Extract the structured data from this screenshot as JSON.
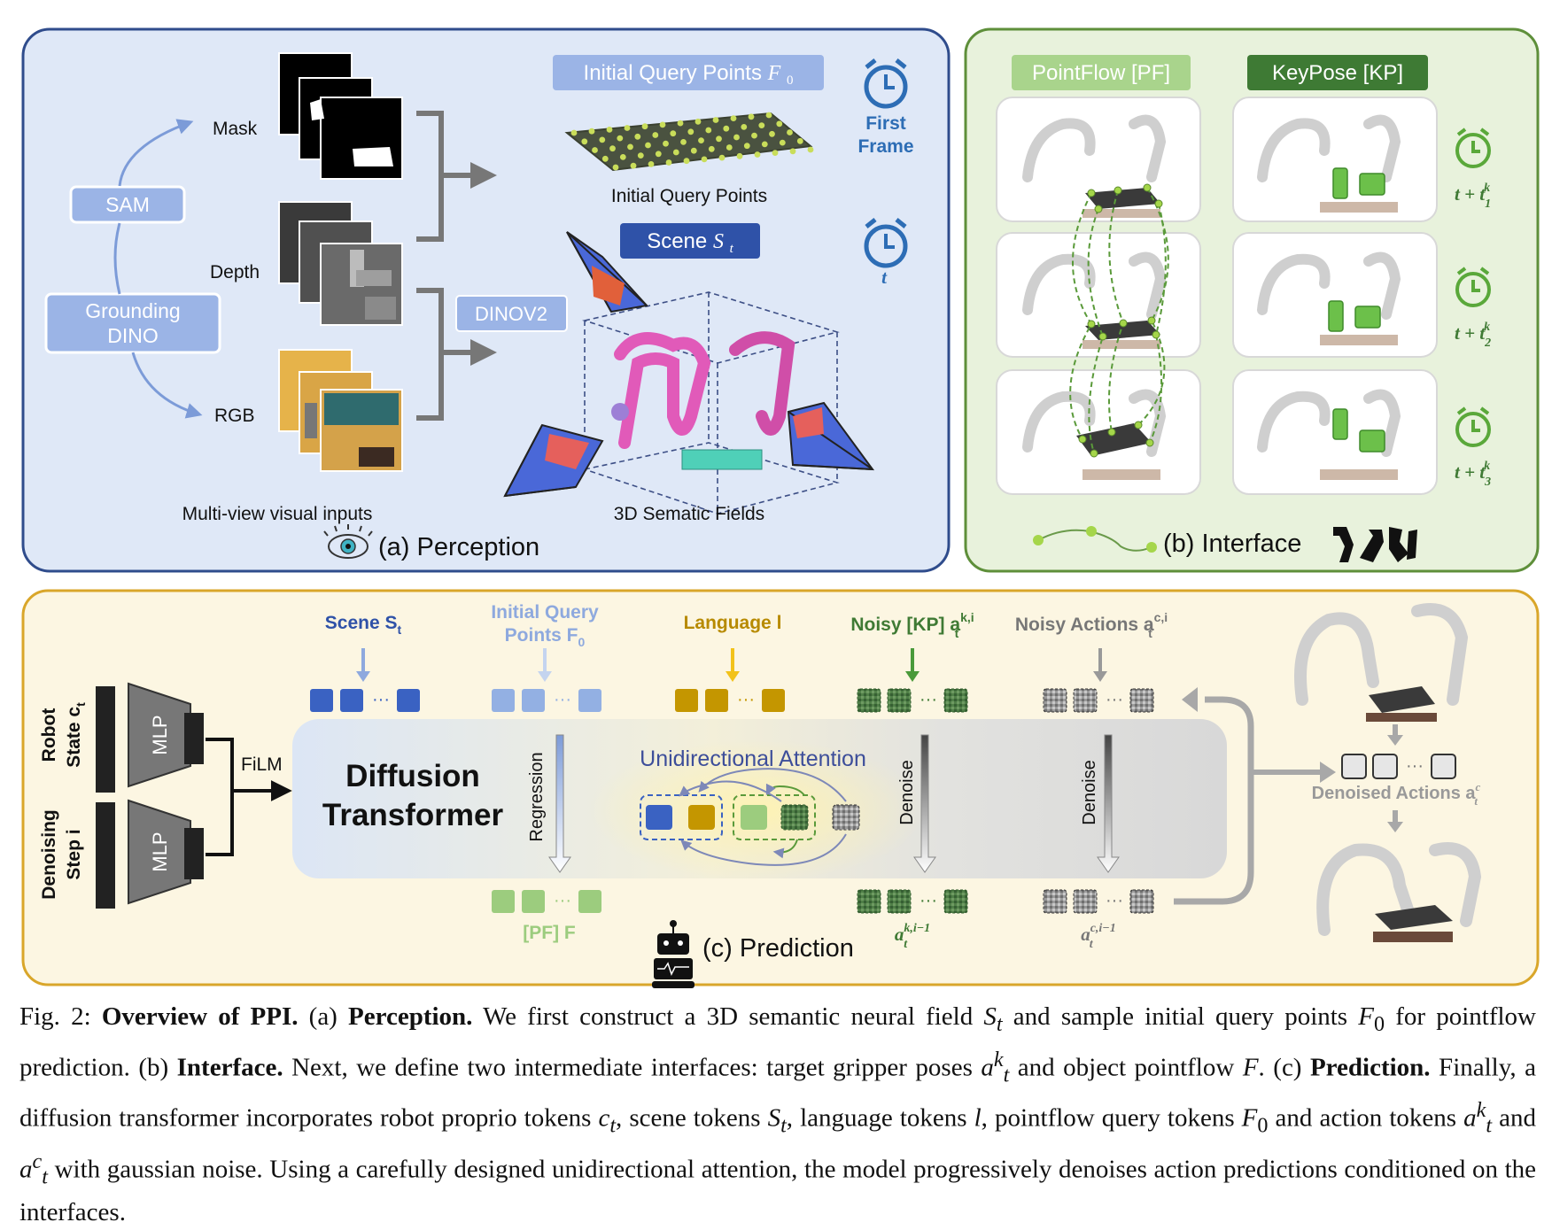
{
  "perception": {
    "labels": {
      "mask": "Mask",
      "depth": "Depth",
      "rgb": "RGB",
      "sam": "SAM",
      "grounding_1": "Grounding",
      "grounding_2": "DINO",
      "multi_view": "Multi-view visual inputs",
      "initial_query_title": "Initial Query Points",
      "initial_query_sym": "F",
      "initial_query_sub": "0",
      "initial_query_caption": "Initial Query Points",
      "first_frame_1": "First",
      "first_frame_2": "Frame",
      "t_label": "t",
      "scene_title": "Scene",
      "scene_sym": "S",
      "scene_sub": "t",
      "dinov2": "DINOV2",
      "fields_caption": "3D Sematic Fields",
      "section": "(a) Perception"
    }
  },
  "interface": {
    "labels": {
      "pointflow": "PointFlow [PF]",
      "keypose": "KeyPose [KP]",
      "t1": "t + t",
      "t1_sub": "1",
      "t2_sub": "2",
      "t3_sub": "3",
      "sup": "k",
      "section": "(b) Interface"
    }
  },
  "prediction": {
    "labels": {
      "robot_state_1": "Robot",
      "robot_state_2": "State c",
      "robot_state_sub": "t",
      "denoising_1": "Denoising",
      "denoising_2": "Step i",
      "mlp": "MLP",
      "film": "FiLM",
      "dt_1": "Diffusion",
      "dt_2": "Transformer",
      "scene": "Scene S",
      "scene_sub": "t",
      "iqp_1": "Initial Query",
      "iqp_2": "Points F",
      "iqp_sub": "0",
      "language": "Language l",
      "noisy_kp": "Noisy [KP] a",
      "noisy_kp_sup": "k,i",
      "noisy_kp_sub": "t",
      "noisy_act": "Noisy Actions a",
      "noisy_act_sup": "c,i",
      "noisy_act_sub": "t",
      "regression": "Regression",
      "uni_att": "Unidirectional Attention",
      "denoise": "Denoise",
      "pf_out": "[PF] F",
      "kp_out": "a",
      "kp_out_sup": "k,i−1",
      "kp_out_sub": "t",
      "act_out": "a",
      "act_out_sup": "c,i−1",
      "act_out_sub": "t",
      "denoised": "Denoised Actions a",
      "denoised_sup": "c",
      "denoised_sub": "t",
      "section": "(c) Prediction"
    }
  },
  "caption": {
    "fig": "Fig. 2: ",
    "title": "Overview of PPI.",
    "a_tag": " (a) ",
    "a_bold": "Perception.",
    "a_text": " We first construct a 3D semantic neural field ",
    "a_sym": "S",
    "a_sub": "t",
    "a_text2": " and sample initial query points ",
    "a_sym2": "F",
    "a_sub2": "0",
    "a_text3": " for pointflow prediction. (b) ",
    "b_bold": "Interface.",
    "b_text": " Next, we define two intermediate interfaces: target gripper poses ",
    "b_sym": "a",
    "b_sup": "k",
    "b_sub": "t",
    "b_text2": " and object pointflow ",
    "b_sym2": "F",
    "b_text3": ". (c) ",
    "c_bold": "Prediction.",
    "c_text": " Finally, a diffusion transformer incorporates robot proprio tokens ",
    "c_sym": "c",
    "c_sub": "t",
    "c_text2": ", scene tokens ",
    "c_sym2": "S",
    "c_sub2": "t",
    "c_text3": ", language tokens ",
    "c_sym3": "l",
    "c_text4": ", pointflow query tokens ",
    "c_sym4": "F",
    "c_sub4": "0",
    "c_text5": " and action tokens ",
    "c_sym5": "a",
    "c_sup5": "k",
    "c_sub5": "t",
    "c_text6": " and ",
    "c_sym6": "a",
    "c_sup6": "c",
    "c_sub6": "t",
    "c_text7": " with gaussian noise. Using a carefully designed unidirectional attention, the model progressively denoises action predictions conditioned on the interfaces."
  },
  "colors": {
    "perception_bg": "#dfe8f7",
    "perception_border": "#2f4c8c",
    "interface_bg": "#e8f2dc",
    "interface_border": "#5e8f3a",
    "prediction_bg": "#fcf6e2",
    "prediction_border": "#d9a62a",
    "blue_token": "#3a62c2",
    "lightblue_token": "#93b0e3",
    "gold_token": "#c49600",
    "lightgreen_token": "#9ccc7e",
    "darkgreen_token": "#3f7a38"
  }
}
